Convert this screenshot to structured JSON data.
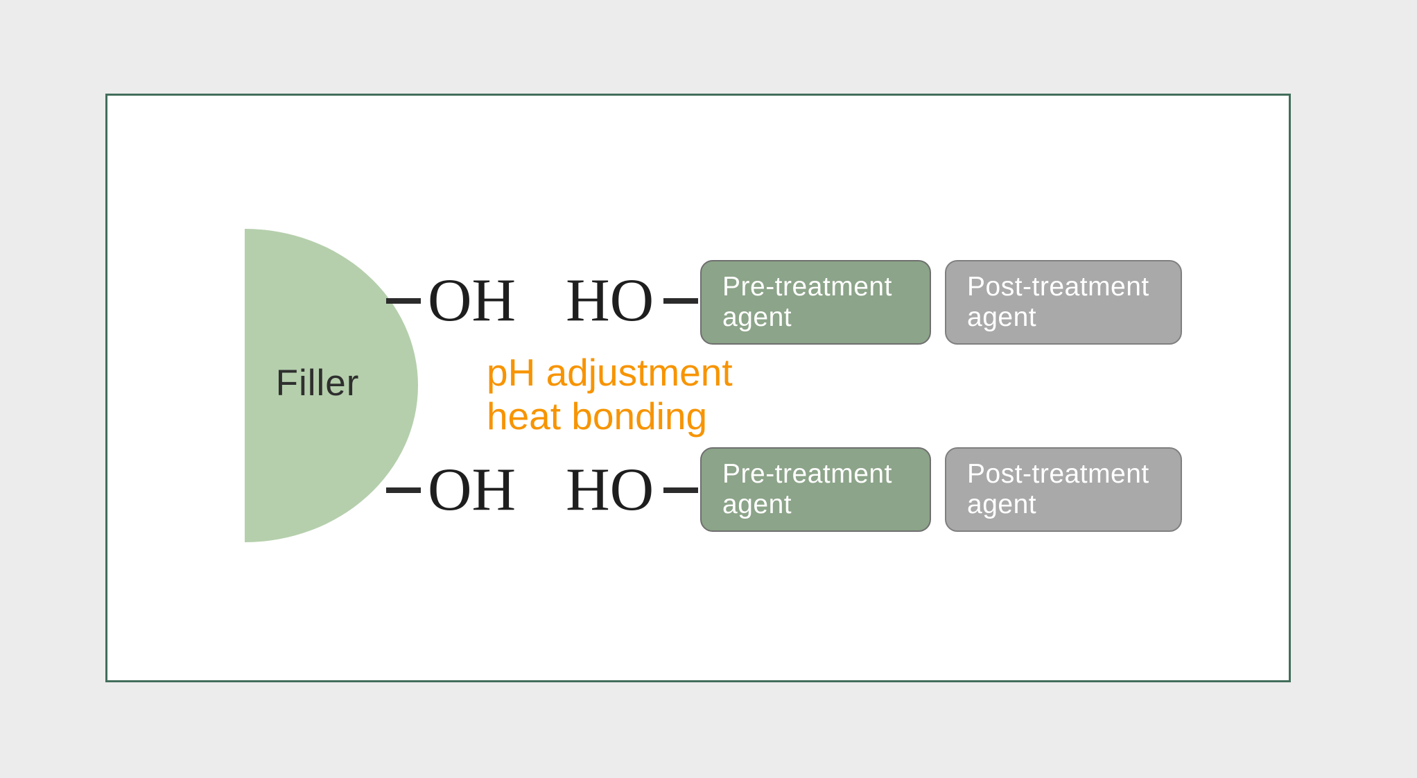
{
  "page": {
    "background": "#ececec"
  },
  "panel": {
    "background": "#ffffff",
    "border_color": "#426e5b"
  },
  "filler": {
    "label": "Filler",
    "fill": "#b5cfac",
    "text_color": "#2f2f2f"
  },
  "bond_rows": [
    {
      "left": "OH",
      "right": "HO"
    },
    {
      "left": "OH",
      "right": "HO"
    }
  ],
  "process_annotation": {
    "line1": "pH adjustment",
    "line2": "heat bonding",
    "color": "#f79400"
  },
  "agents": {
    "pre": {
      "line1": "Pre-treatment",
      "line2": "agent",
      "fill": "#8ca489",
      "border": "#6f6f6f",
      "text_color": "#ffffff"
    },
    "post": {
      "line1": "Post-treatment",
      "line2": "agent",
      "fill": "#a9a9a9",
      "border": "#7f7f7f",
      "text_color": "#ffffff"
    }
  }
}
